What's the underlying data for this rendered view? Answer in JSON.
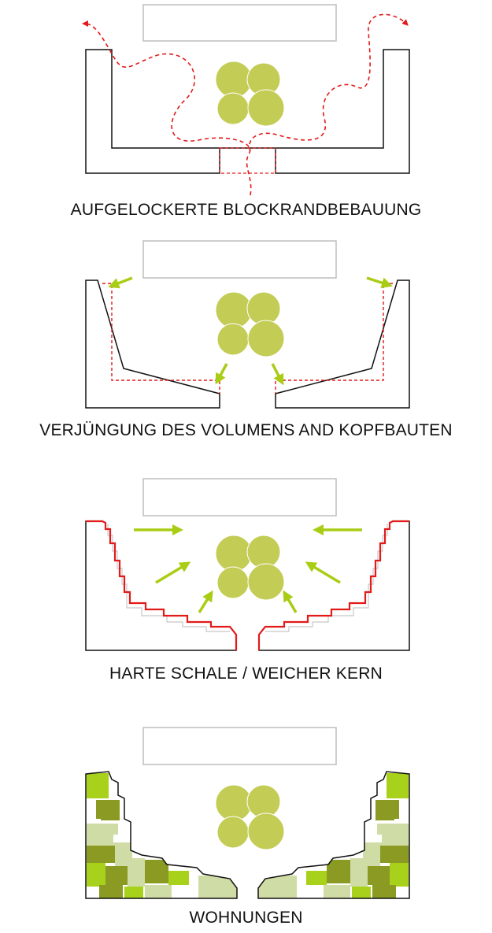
{
  "panels": [
    {
      "id": "panel-1",
      "caption": "AUFGELOCKERTE BLOCKRANDBEBAUUNG"
    },
    {
      "id": "panel-2",
      "caption": "VERJÜNGUNG DES VOLUMENS AND KOPFBAUTEN"
    },
    {
      "id": "panel-3",
      "caption": "HARTE SCHALE / WEICHER KERN"
    },
    {
      "id": "panel-4",
      "caption": "WOHNUNGEN"
    }
  ],
  "colors": {
    "outline": "#111111",
    "circle_fill": "#c3cc55",
    "arrow_green": "#a9cc14",
    "dashed_red": "#e11a1a",
    "label_box": "#bdbdbd",
    "unit_lime": "#a8d11b",
    "unit_olive": "#8a9a22",
    "unit_pale": "#cfdca6"
  },
  "icons": {
    "tree-cluster": "four-circle-tree-group",
    "dashed-path": "red-dashed-movement-path",
    "arrow": "green-direction-arrow"
  }
}
